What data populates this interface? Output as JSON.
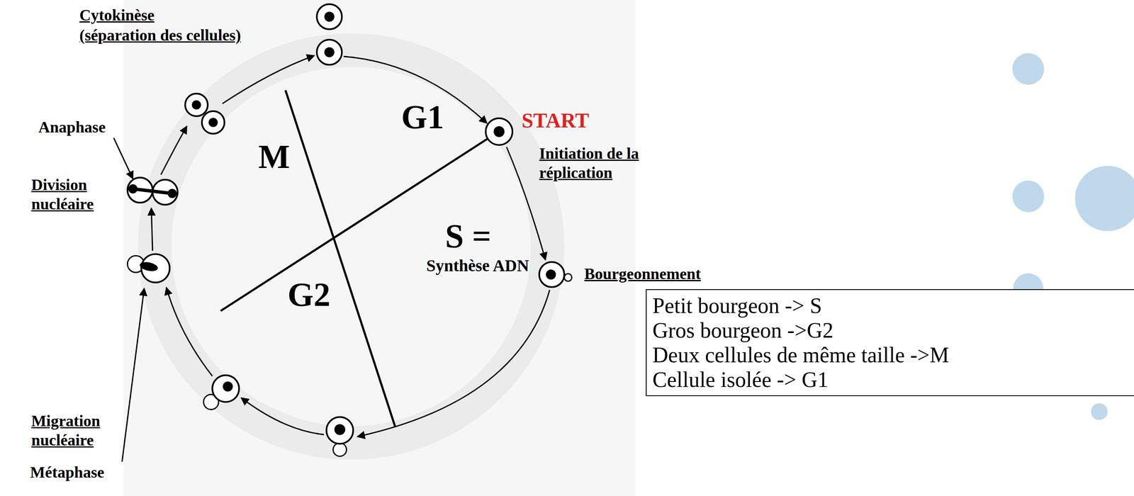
{
  "diagram": {
    "nodes": [
      {
        "text": [
          "Petit bourgeon -> S",
          "Gros bourgeon ->G2",
          "Deux cellules de même taille ->M",
          "Cellule isolée -> G1"
        ]
      }
    ],
    "labels": [
      "Cytokinèse",
      "(séparation des cellules)",
      "START",
      "Initiation de la réplication",
      "Anaphase",
      "Bourgeonnement",
      "Division nucléaire",
      "M",
      "G1",
      "S =",
      "Synthèse ADN",
      "G2",
      "Migration nucléaire",
      "Métaphase"
    ]
  }
}
